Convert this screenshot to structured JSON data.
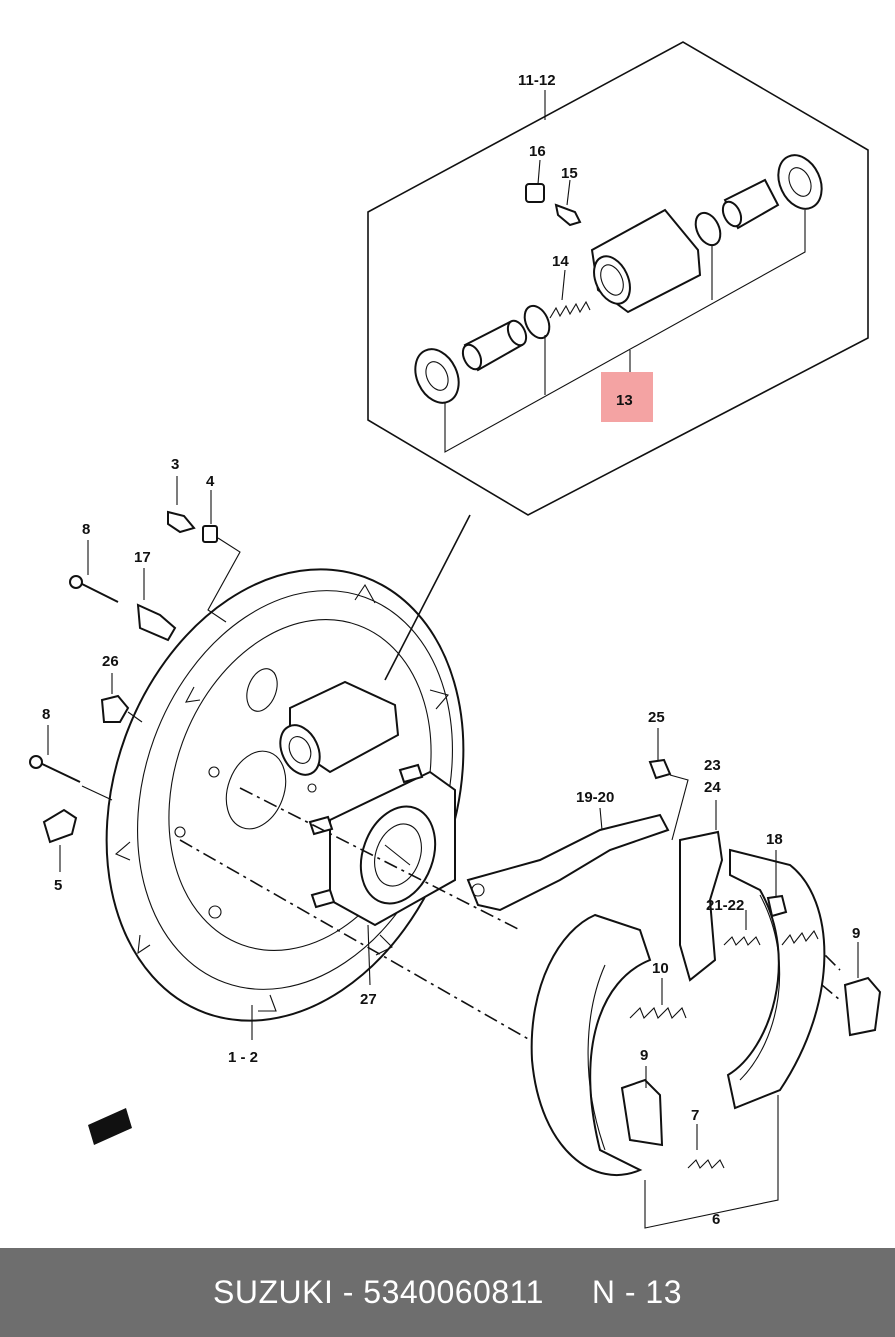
{
  "diagram": {
    "callouts": {
      "c11_12": "11-12",
      "c16": "16",
      "c15": "15",
      "c14": "14",
      "c13": "13",
      "c3": "3",
      "c4": "4",
      "c8a": "8",
      "c17": "17",
      "c26": "26",
      "c8b": "8",
      "c5": "5",
      "c25": "25",
      "c23": "23",
      "c24": "24",
      "c19_20": "19-20",
      "c18": "18",
      "c21_22": "21-22",
      "c9a": "9",
      "c10": "10",
      "c27": "27",
      "c1_2": "1 - 2",
      "c9b": "9",
      "c7": "7",
      "c6": "6"
    },
    "highlight_color": "#f4a3a3"
  },
  "footer": {
    "part_text": "SUZUKI - 5340060811",
    "ref_text": "N - 13",
    "background": "#6e6e6e",
    "text_color": "#ffffff"
  }
}
